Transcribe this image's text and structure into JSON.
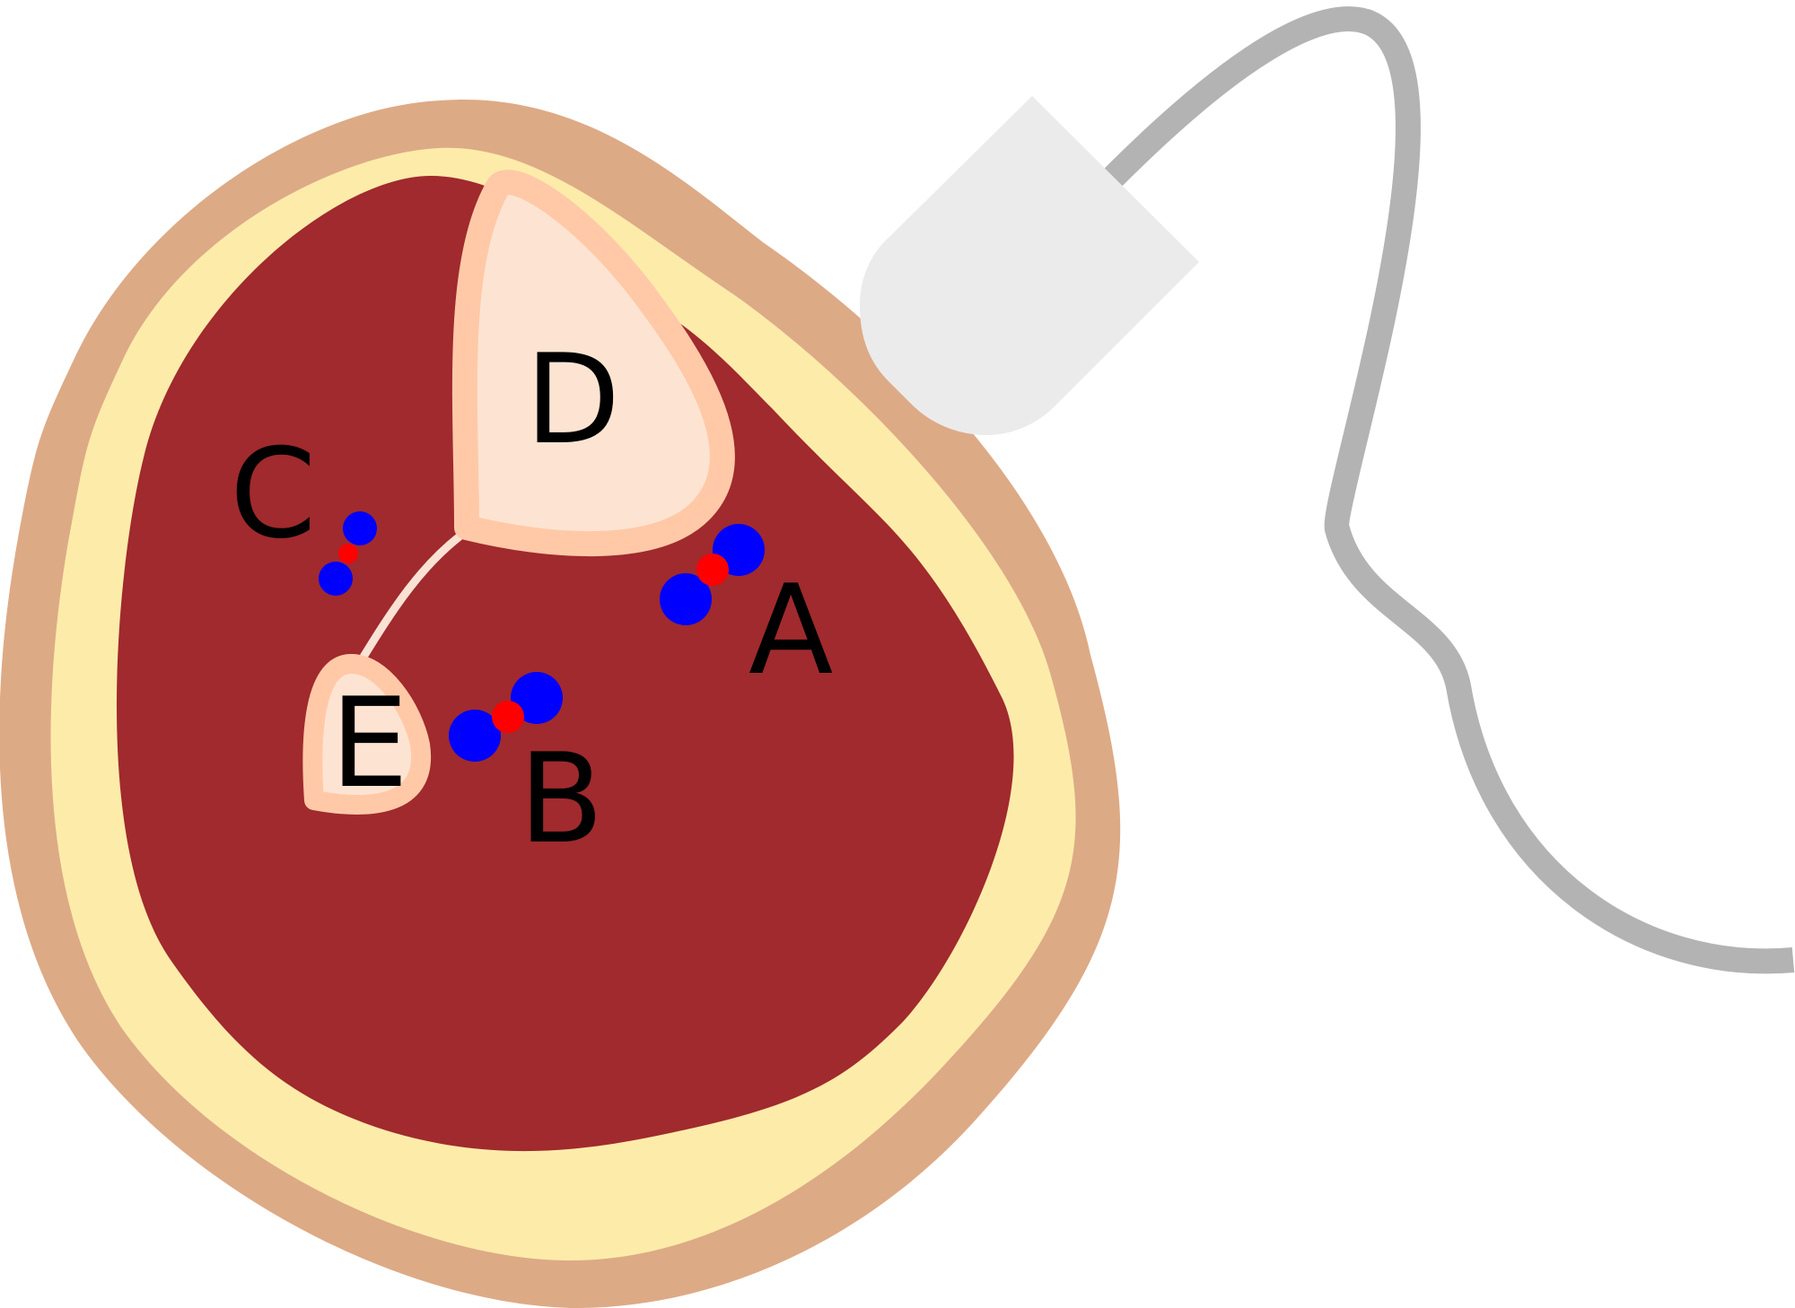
{
  "labels": {
    "A": "A",
    "B": "B",
    "C": "C",
    "D": "D",
    "E": "E"
  },
  "colors": {
    "outer_layer": "#DDAA86",
    "fat_layer": "#FDEBAA",
    "muscle": "#A02A2D",
    "bone_fill": "#FDE4D2",
    "bone_stroke": "#FFC9A8",
    "connector": "#F9E1D3",
    "artery": "#FF0000",
    "vein": "#0000FF",
    "probe": "#EBEBEB",
    "cable": "#B3B3B3"
  },
  "icons": {
    "probe": "ultrasound-probe-icon"
  }
}
